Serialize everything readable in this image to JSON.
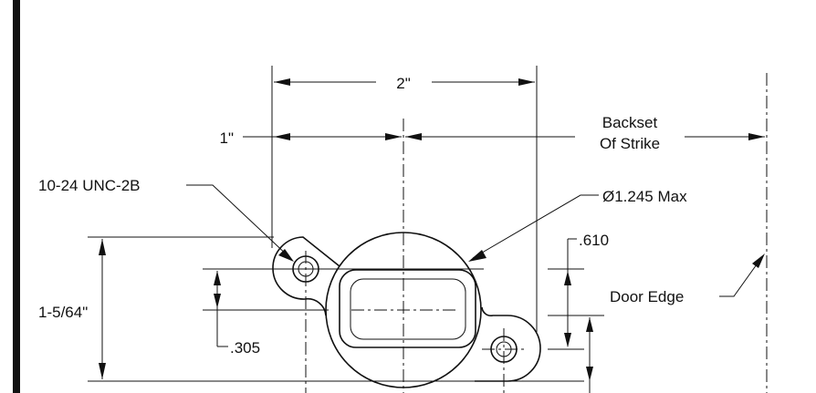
{
  "labels": {
    "dim_width": "2\"",
    "dim_center": "1\"",
    "backset_line1": "Backset",
    "backset_line2": "Of Strike",
    "thread": "10-24 UNC-2B",
    "diameter": "Ø1.245 Max",
    "offset_610": ".610",
    "height": "1-5/64\"",
    "offset_305": ".305",
    "door_edge": "Door Edge"
  }
}
